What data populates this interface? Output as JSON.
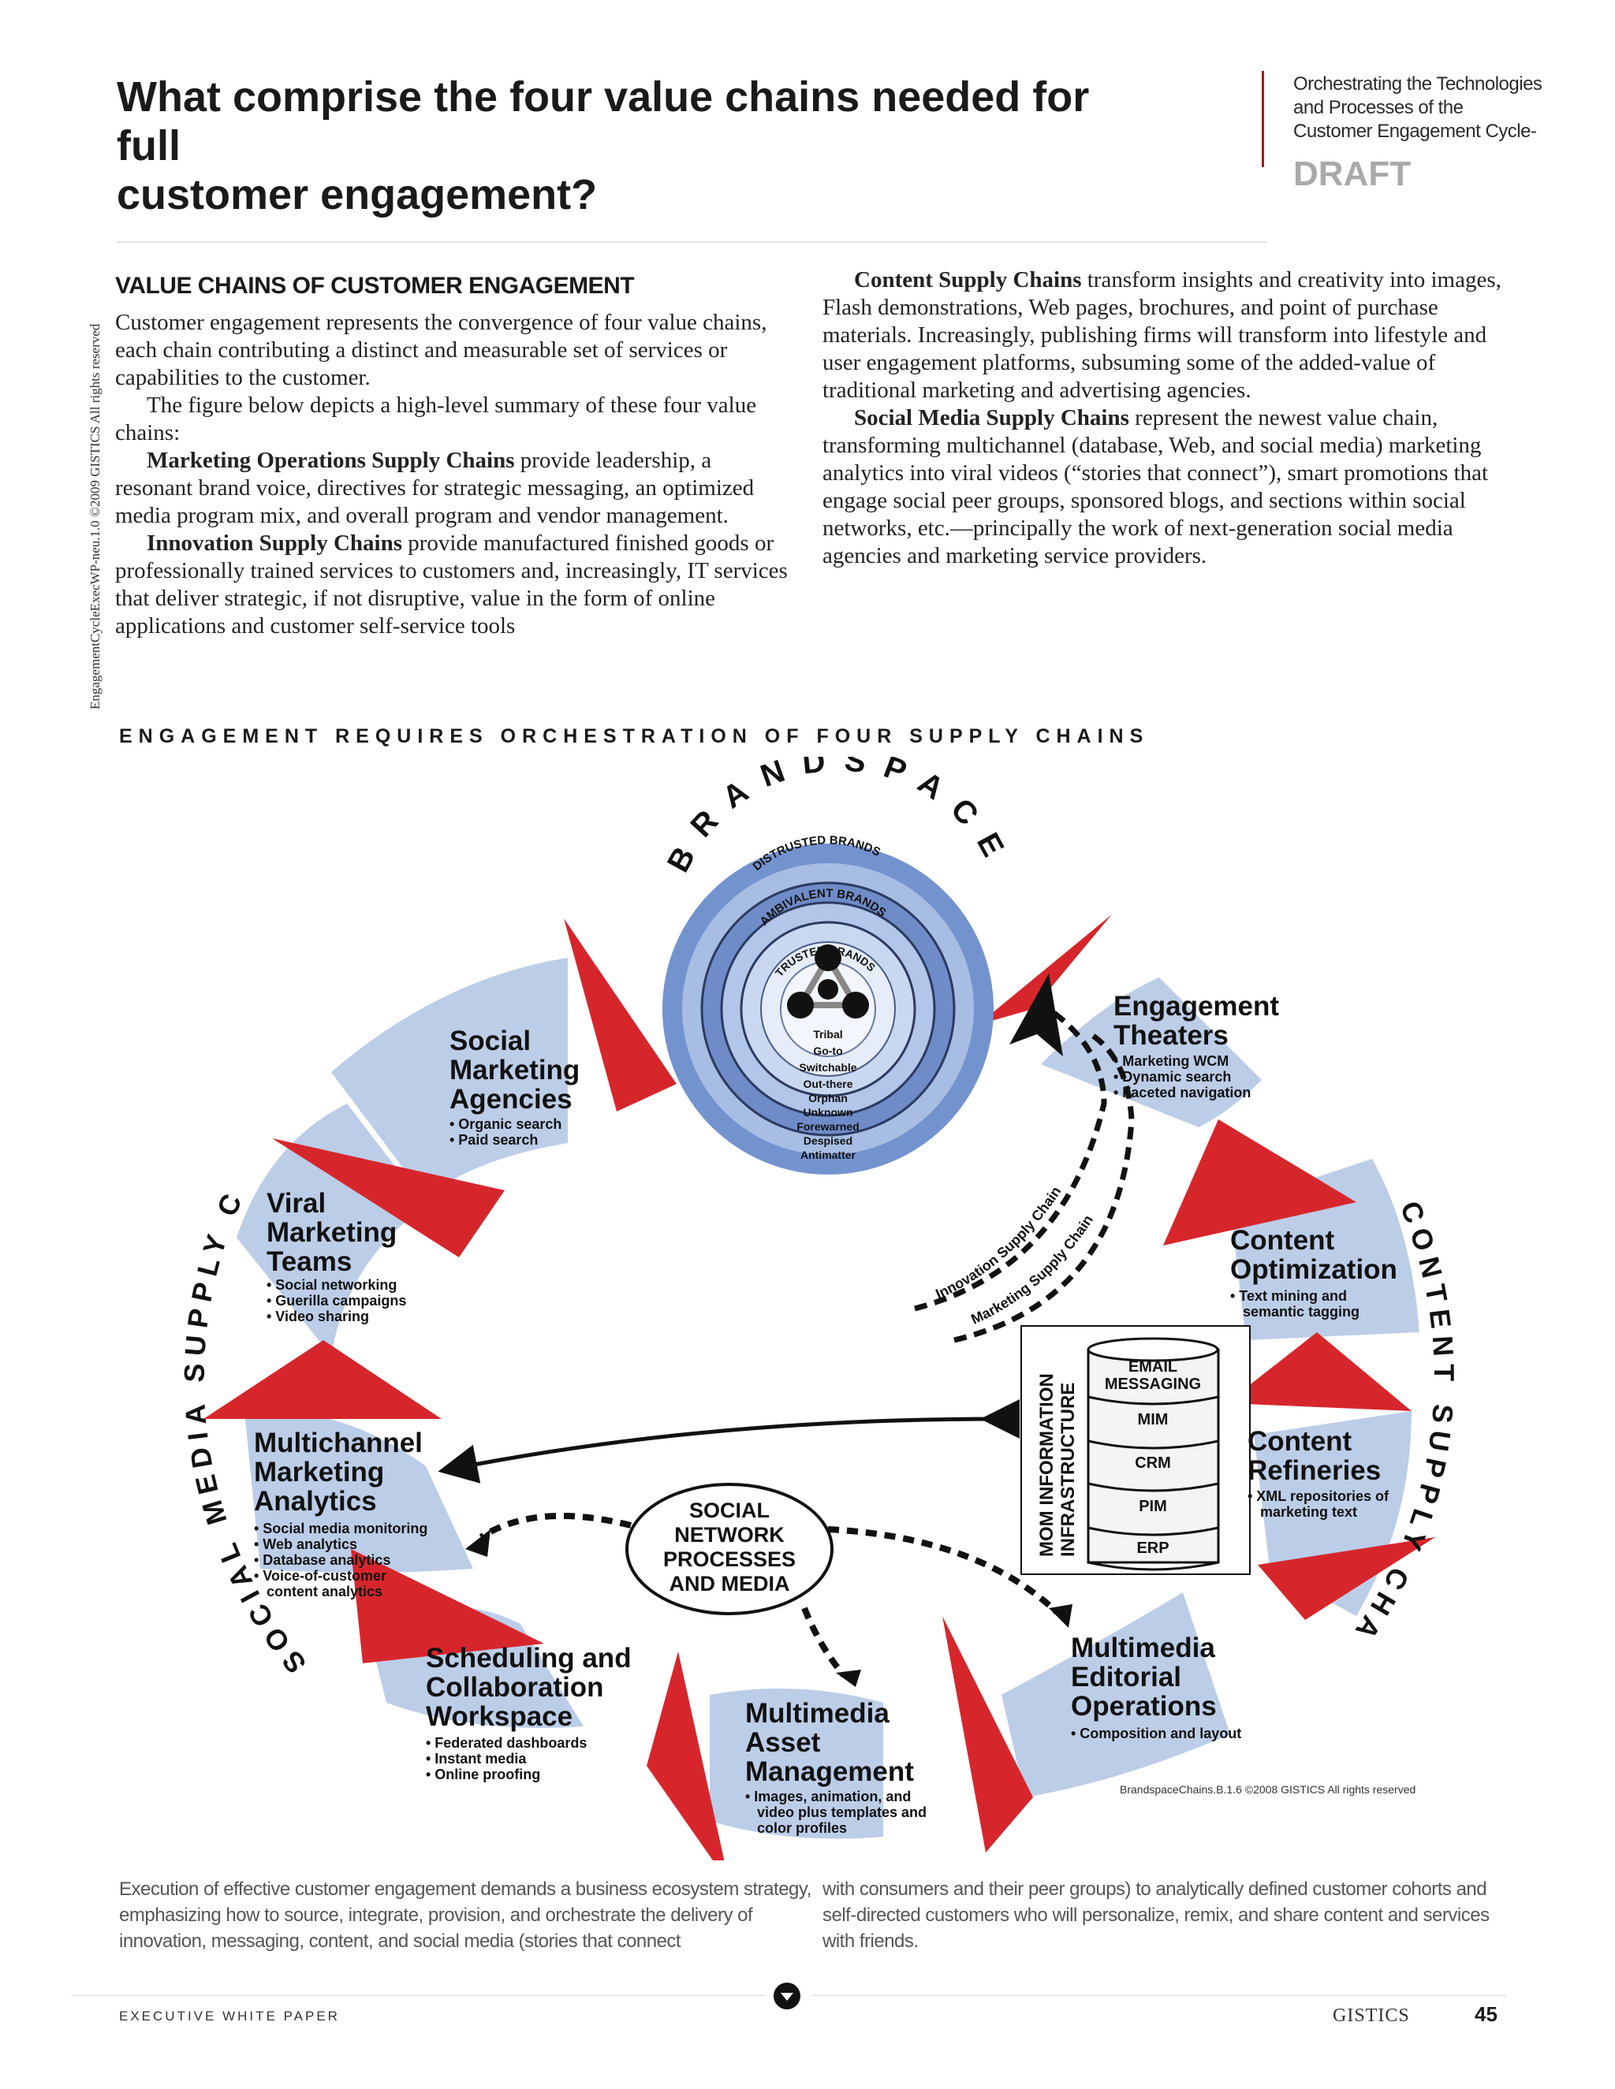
{
  "header": {
    "title_lines": [
      "What comprise the four value chains needed for full",
      "customer engagement?"
    ],
    "subtitle_lines": [
      "Orchestrating the Technologies",
      "and Processes of the",
      "Customer Engagement  Cycle-"
    ],
    "draft_label": "DRAFT"
  },
  "vertical_note": "EngagementCycleExecWP-neu.1.0 ©2009 GISTICS All rights reserved",
  "intro": {
    "heading": "VALUE CHAINS OF CUSTOMER ENGAGEMENT",
    "p1": "Customer engagement represents the convergence of four value chains, each chain contributing a distinct and measurable set of services or capabilities to the customer.",
    "p2": "The figure below depicts a high-level summary of these four value chains:",
    "p3_bold": "Marketing Operations Supply Chains",
    "p3_rest": " provide leadership, a resonant brand voice, directives for strategic messaging, an optimized media program mix, and overall program and vendor management.",
    "p4_bold": "Innovation Supply Chains",
    "p4_rest": " provide manufactured finished goods or professionally trained services to customers and, increasingly, IT services that deliver strategic, if not disruptive, value in the form of online applications and customer self-service tools",
    "p5_bold": "Content Supply Chains",
    "p5_rest": " transform insights and creativity into images, Flash demonstrations, Web pages, brochures, and point of purchase materials. Increasingly, publishing firms will transform into lifestyle and user engagement platforms, subsuming some of the added-value of traditional marketing and advertising agencies.",
    "p6_bold": "Social Media Supply Chains",
    "p6_rest": " represent the newest value chain, transforming multichannel (database, Web, and social media) marketing analytics into viral videos (“stories that connect”), smart promotions that engage social peer groups, sponsored blogs, and sections within social networks, etc.—principally the work of next-generation social media agencies and marketing service providers."
  },
  "diagram": {
    "title": "ENGAGEMENT REQUIRES ORCHESTRATION OF FOUR SUPPLY CHAINS",
    "brandspace_label": "BRANDSPACE",
    "rings": [
      "DISTRUSTED BRANDS",
      "AMBIVALENT BRANDS",
      "TRUSTED BRANDS"
    ],
    "segments": [
      "Tribal",
      "Go-to",
      "Switchable",
      "Out-there",
      "Orphan",
      "Unknown",
      "Forewarned",
      "Despised",
      "Antimatter"
    ],
    "social_media_chain": "SOCIAL MEDIA SUPPLY CHAIN",
    "content_chain": "CONTENT SUPPLY CHAIN",
    "innovation_chain": "Innovation Supply Chain",
    "marketing_chain": "Marketing Supply Chain",
    "nodes": {
      "social_agencies": {
        "title": [
          "Social",
          "Marketing",
          "Agencies"
        ],
        "items": [
          "• Organic search",
          "• Paid search"
        ]
      },
      "viral_teams": {
        "title": [
          "Viral",
          "Marketing",
          "Teams"
        ],
        "items": [
          "• Social networking",
          "• Guerilla campaigns",
          "• Video sharing"
        ]
      },
      "analytics": {
        "title": [
          "Multichannel",
          "Marketing",
          "Analytics"
        ],
        "items": [
          "• Social media monitoring",
          "• Web analytics",
          "• Database analytics",
          "• Voice-of-customer",
          "content analytics"
        ]
      },
      "scheduling": {
        "title": [
          "Scheduling and",
          "Collaboration",
          "Workspace"
        ],
        "items": [
          "• Federated dashboards",
          "• Instant media",
          "• Online proofing"
        ]
      },
      "asset_mgmt": {
        "title": [
          "Multimedia",
          "Asset",
          "Management"
        ],
        "items": [
          "• Images, animation, and",
          "video plus templates and",
          "color profiles"
        ]
      },
      "editorial": {
        "title": [
          "Multimedia",
          "Editorial",
          "Operations"
        ],
        "items": [
          "• Composition and layout"
        ]
      },
      "refineries": {
        "title": [
          "Content",
          "Refineries"
        ],
        "items": [
          "• XML repositories of",
          "marketing text"
        ]
      },
      "optimization": {
        "title": [
          "Content",
          "Optimization"
        ],
        "items": [
          "• Text mining and",
          "semantic tagging"
        ]
      },
      "theaters": {
        "title": [
          "Engagement",
          "Theaters"
        ],
        "items": [
          "• Marketing WCM",
          "• Dynamic search",
          "• Faceted navigation"
        ]
      }
    },
    "social_network": [
      "SOCIAL",
      "NETWORK",
      "PROCESSES",
      "AND MEDIA"
    ],
    "mom_label": [
      "MOM INFORMATION",
      "INFRASTRUCTURE"
    ],
    "db_layers": [
      "EMAIL",
      "MESSAGING",
      "MIM",
      "CRM",
      "PIM",
      "ERP"
    ],
    "credit": "BrandspaceChains.B.1.6 ©2008 GISTICS All rights reserved",
    "colors": {
      "red": "#d6262c",
      "blue_arc": "#b9cbe6",
      "ring_dark": "#6f8cc8",
      "ring_light": "#c6d6ef"
    }
  },
  "caption": {
    "left": "Execution of effective customer engagement demands a business ecosystem strategy, emphasizing how to source, integrate, provision, and orchestrate the delivery of innovation, messaging, content, and social media (stories that connect",
    "right": "with consumers and their peer groups) to analytically defined customer cohorts and self-directed customers who will personalize, remix, and share content and services with friends."
  },
  "footer": {
    "left": "EXECUTIVE WHITE PAPER",
    "brand": "GISTICS",
    "page": "45"
  }
}
